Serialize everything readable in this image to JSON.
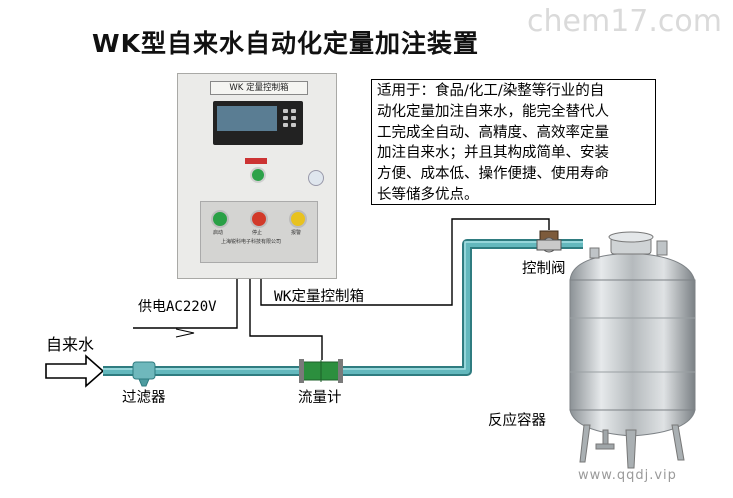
{
  "title": "WK型自来水自动化定量加注装置",
  "watermark_top": "chem17.com",
  "watermark_bottom": "www.qqdj.vip",
  "description": [
    "适用于：食品/化工/染整等行业的自",
    "动化定量加注自来水，能完全替代人",
    "工完成全自动、高精度、高效率定量",
    "加注自来水；并且其构成简单、安装",
    "方便、成本低、操作便捷、使用寿命",
    "长等储多优点。"
  ],
  "cabinet": {
    "label": "WK 定量控制箱",
    "buttons": [
      "启动",
      "停止",
      "报警"
    ],
    "panel_text": "上海锐科电子科技有限公司"
  },
  "labels": {
    "control_box": "WK定量控制箱",
    "power": "供电AC220V",
    "water_in": "自来水",
    "filter": "过滤器",
    "flowmeter": "流量计",
    "control_valve": "控制阀",
    "reactor": "反应容器"
  },
  "colors": {
    "pipe": "#4fa3a8",
    "pipe_dark": "#2f7c80",
    "flowmeter": "#2c8f3e",
    "tank": "#c9ccce"
  }
}
